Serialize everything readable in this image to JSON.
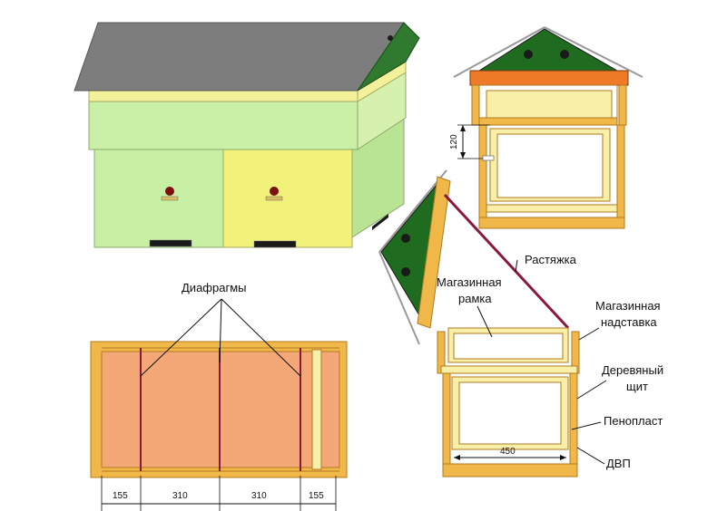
{
  "labels": {
    "diaphragms": "Диафрагмы",
    "stretch": "Растяжка",
    "store_frame_1": "Магазинная",
    "store_frame_2": "рамка",
    "store_super_1": "Магазинная",
    "store_super_2": "надставка",
    "wood_board_1": "Деревяный",
    "wood_board_2": "щит",
    "foam": "Пенопласт",
    "fiberboard": "ДВП"
  },
  "dimensions": {
    "height_gap": "120",
    "frame_width": "450",
    "bottom_segments": [
      "155",
      "310",
      "310",
      "155"
    ]
  },
  "colors": {
    "roof_gray": "#7d7d7d",
    "roof_green": "#1f6b1f",
    "band_yellow": "#f3f29a",
    "band_green": "#c9f0a6",
    "body_green": "#c8f0a5",
    "body_yellow": "#f2f27a",
    "wood": "#f0b848",
    "wood_dark": "#b07a20",
    "inner_frame": "#f8f0a8",
    "orange_top": "#ee7a28",
    "salmon": "#f4a878",
    "strut": "#8a1a3a"
  }
}
